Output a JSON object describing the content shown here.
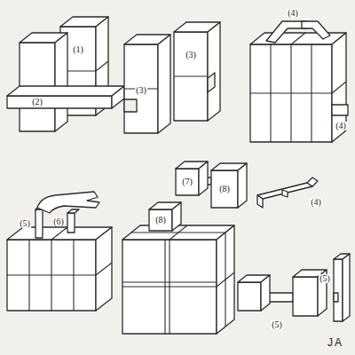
{
  "diagram": {
    "labels": [
      "(1)",
      "(2)",
      "(3)",
      "(3)",
      "(4)",
      "(4)",
      "(5)",
      "(6)",
      "(7)",
      "(8)",
      "(8)",
      "(4)",
      "(5)",
      "(5)",
      "JA"
    ]
  }
}
